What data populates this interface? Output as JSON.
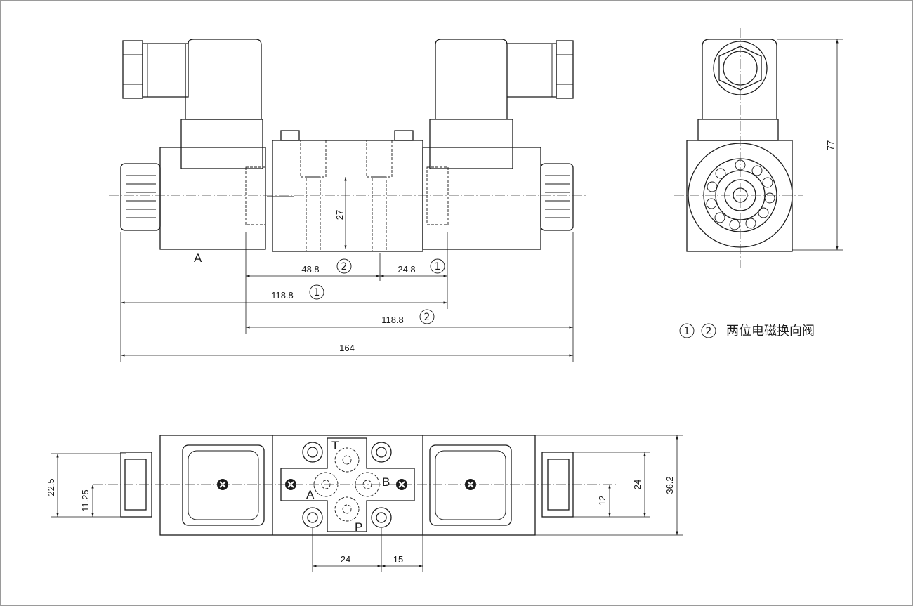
{
  "front_view": {
    "label_a": "A",
    "dim_48_8": "48.8",
    "dim_24_8": "24.8",
    "dim_118_8_a": "118.8",
    "dim_118_8_b": "118.8",
    "dim_164": "164",
    "dim_27": "27",
    "mark_1": "1",
    "mark_2": "2"
  },
  "side_view": {
    "dim_77": "77"
  },
  "legend": {
    "mark_1": "1",
    "mark_2": "2",
    "text": "两位电磁换向阀"
  },
  "top_view": {
    "port_t": "T",
    "port_a": "A",
    "port_b": "B",
    "port_p": "P",
    "dim_22_5": "22.5",
    "dim_11_25": "11.25",
    "dim_24_right": "24",
    "dim_12": "12",
    "dim_36_2": "36.2",
    "dim_24_bottom": "24",
    "dim_15": "15"
  }
}
